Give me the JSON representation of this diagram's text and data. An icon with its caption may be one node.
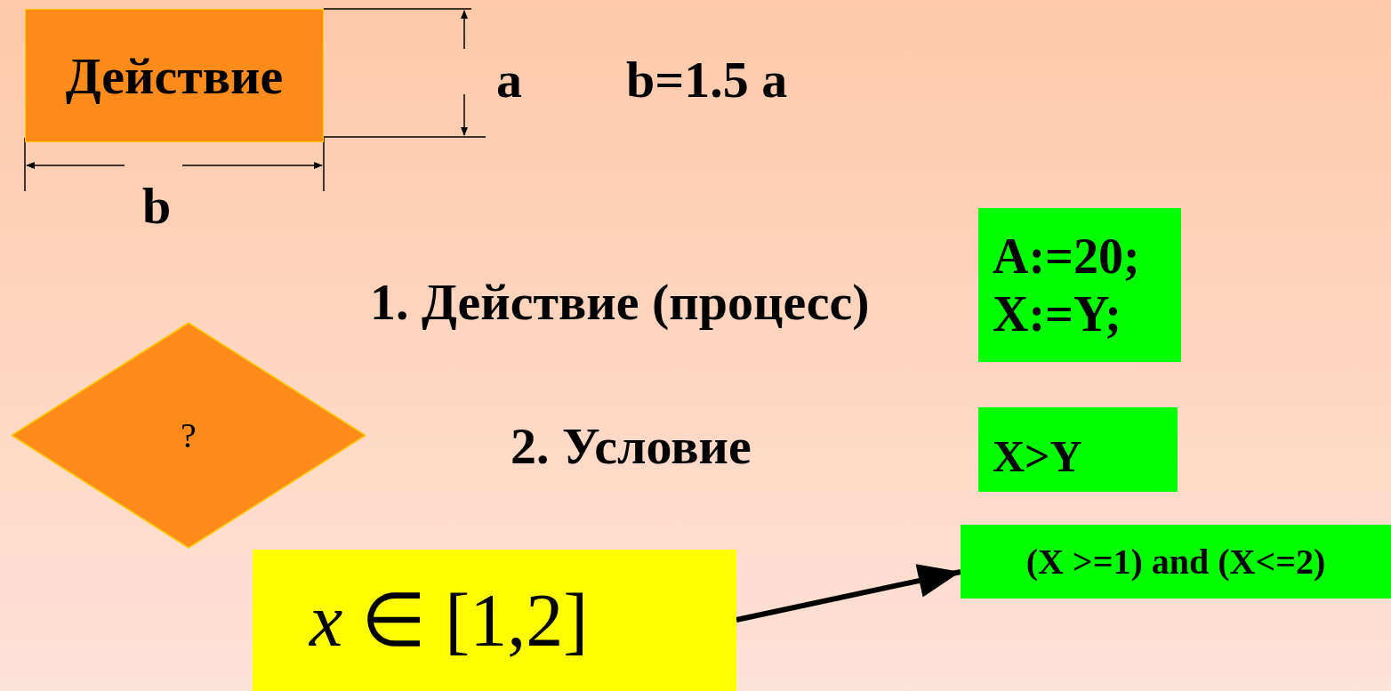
{
  "diagram": {
    "nodes": [
      {
        "text": [
          "Действие"
        ]
      },
      {
        "text": [
          "?"
        ]
      },
      {
        "text": [
          "A:=20; X:=Y;"
        ]
      },
      {
        "text": [
          "X>Y"
        ]
      },
      {
        "text": [
          "*x* ∈ [1,2]"
        ]
      },
      {
        "text": [
          "(X >=1) and (X<=2)"
        ]
      }
    ],
    "edges": [
      {
        "from": 4,
        "to": 5,
        "arrow": "to"
      }
    ],
    "labels": [
      "a",
      "b=1.5 a",
      "b",
      "1. Действие (процесс)",
      "2. Условие"
    ]
  }
}
